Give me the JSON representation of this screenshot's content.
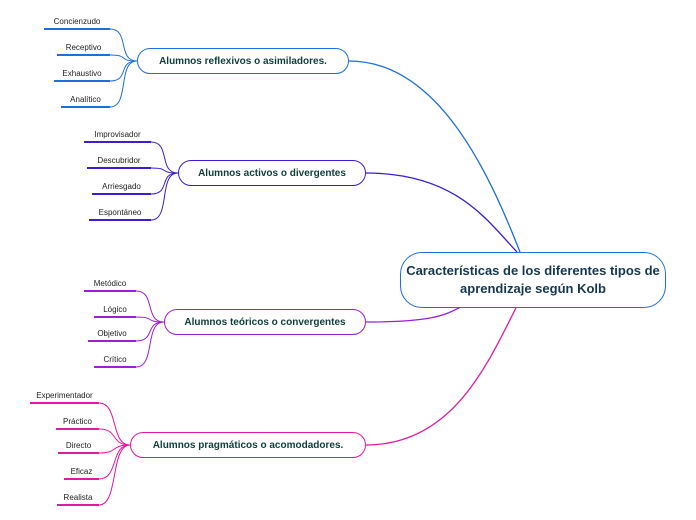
{
  "root": {
    "title": "Características de los diferentes tipos de aprendizaje según Kolb"
  },
  "branches": [
    {
      "label": "Alumnos reflexivos o asimiladores.",
      "color": "#1e6fd9",
      "children": [
        "Concienzudo",
        "Receptivo",
        "Exhaustivo",
        "Analítico"
      ]
    },
    {
      "label": "Alumnos activos o divergentes",
      "color": "#3a1fd1",
      "children": [
        "Improvisador",
        "Descubridor",
        "Arriesgado",
        "Espontáneo"
      ]
    },
    {
      "label": "Alumnos teóricos o convergentes",
      "color": "#9b1fd6",
      "children": [
        "Metódico",
        "Lógico",
        "Objetivo",
        "Crítico"
      ]
    },
    {
      "label": "Alumnos pragmáticos o acomodadores.",
      "color": "#e01aa0",
      "children": [
        "Experimentador",
        "Práctico",
        "Directo",
        "Eficaz",
        "Realista"
      ]
    }
  ]
}
